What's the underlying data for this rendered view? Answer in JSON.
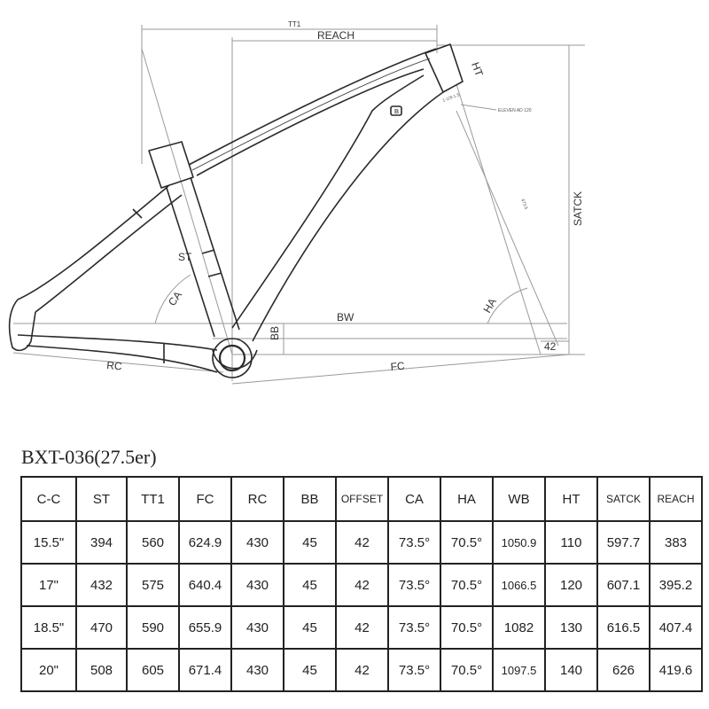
{
  "diagram": {
    "labels": {
      "tt1": "TT1",
      "reach": "REACH",
      "ht": "HT",
      "satck": "SATCK",
      "st": "ST",
      "ca": "CA",
      "ha": "HA",
      "bw": "BW",
      "bb": "BB",
      "offset_value": "42",
      "rc": "RC",
      "fc": "FC",
      "fork_note": "ELEVEN AD 120",
      "fork_length": "473.5",
      "ht_note": "1-1/8-1.5",
      "logo": "B"
    },
    "colors": {
      "line": "#2a2a2a",
      "dim": "#9a9a9a",
      "text": "#333333"
    }
  },
  "table": {
    "title": "BXT-036(27.5er)",
    "headers": [
      "C-C",
      "ST",
      "TT1",
      "FC",
      "RC",
      "BB",
      "OFFSET",
      "CA",
      "HA",
      "WB",
      "HT",
      "SATCK",
      "REACH"
    ],
    "rows": [
      [
        "15.5\"",
        "394",
        "560",
        "624.9",
        "430",
        "45",
        "42",
        "73.5°",
        "70.5°",
        "1050.9",
        "110",
        "597.7",
        "383"
      ],
      [
        "17\"",
        "432",
        "575",
        "640.4",
        "430",
        "45",
        "42",
        "73.5°",
        "70.5°",
        "1066.5",
        "120",
        "607.1",
        "395.2"
      ],
      [
        "18.5\"",
        "470",
        "590",
        "655.9",
        "430",
        "45",
        "42",
        "73.5°",
        "70.5°",
        "1082",
        "130",
        "616.5",
        "407.4"
      ],
      [
        "20\"",
        "508",
        "605",
        "671.4",
        "430",
        "45",
        "42",
        "73.5°",
        "70.5°",
        "1097.5",
        "140",
        "626",
        "419.6"
      ]
    ]
  }
}
